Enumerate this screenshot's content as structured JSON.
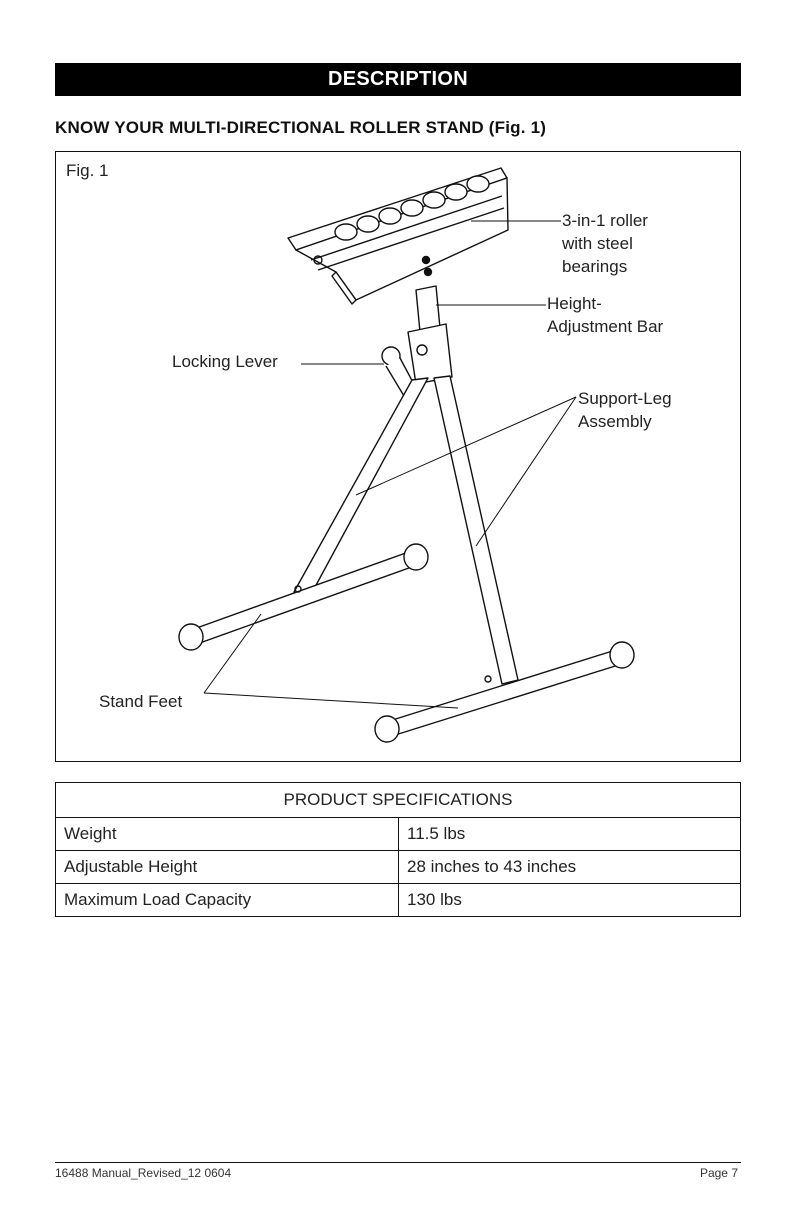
{
  "header": {
    "banner": "DESCRIPTION"
  },
  "section_title": "KNOW YOUR MULTI-DIRECTIONAL ROLLER STAND (Fig. 1)",
  "figure": {
    "label": "Fig. 1",
    "callouts": {
      "roller_line1": "3-in-1 roller",
      "roller_line2": "with steel",
      "roller_line3": "bearings",
      "height_line1": "Height-",
      "height_line2": "Adjustment Bar",
      "locking_lever": "Locking Lever",
      "support_line1": "Support-Leg",
      "support_line2": "Assembly",
      "stand_feet": "Stand Feet"
    }
  },
  "specs": {
    "title": "PRODUCT SPECIFICATIONS",
    "rows": [
      {
        "label": "Weight",
        "value": "11.5 lbs"
      },
      {
        "label": "Adjustable Height",
        "value": "28 inches to 43 inches"
      },
      {
        "label": "Maximum Load Capacity",
        "value": "130 lbs"
      }
    ]
  },
  "footer": {
    "left": "16488 Manual_Revised_12 0604",
    "right": "Page 7"
  }
}
